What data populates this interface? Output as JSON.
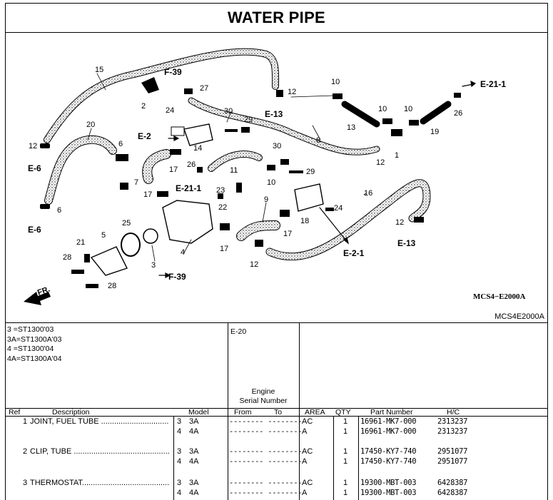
{
  "title": "WATER PIPE",
  "diagram": {
    "code_small": "MCS4-E2000A",
    "code": "MCS4E2000A",
    "fr_label": "FR.",
    "ref_labels": [
      "F-39",
      "E-2",
      "E-6",
      "E-6",
      "E-13",
      "E-21-1",
      "E-21-1",
      "E-13",
      "E-2-1",
      "F-39"
    ],
    "part_numbers": [
      "1",
      "2",
      "3",
      "4",
      "5",
      "6",
      "6",
      "7",
      "8",
      "9",
      "10",
      "10",
      "10",
      "10",
      "11",
      "12",
      "12",
      "12",
      "12",
      "12",
      "13",
      "14",
      "15",
      "16",
      "17",
      "17",
      "17",
      "17",
      "18",
      "19",
      "20",
      "21",
      "22",
      "23",
      "24",
      "24",
      "25",
      "26",
      "26",
      "27",
      "28",
      "28",
      "29",
      "29",
      "30",
      "30"
    ]
  },
  "notes": [
    "3 =ST1300'03",
    "3A=ST1300A'03",
    "4 =ST1300'04",
    "4A=ST1300A'04"
  ],
  "page_ref": "E-20",
  "engine_header": [
    "Engine",
    "Serial Number"
  ],
  "columns": {
    "ref": "Ref",
    "description": "Description",
    "model": "Model",
    "from": "From",
    "to": "To",
    "area": "AREA",
    "qty": "QTY",
    "part_number": "Part Number",
    "hc": "H/C"
  },
  "rows": [
    {
      "ref": "1",
      "desc": "JOINT, FUEL TUBE ..........................................",
      "m1": "3",
      "m2": "3A",
      "serial": "-------- --------",
      "area": "AC",
      "qty": "1",
      "part": "16961-MK7-000",
      "hc": "2313237"
    },
    {
      "ref": "",
      "desc": "",
      "m1": "4",
      "m2": "4A",
      "serial": "-------- --------",
      "area": "A",
      "qty": "1",
      "part": "16961-MK7-000",
      "hc": "2313237"
    },
    {
      "ref": "2",
      "desc": "CLIP, TUBE .....................................................",
      "m1": "3",
      "m2": "3A",
      "serial": "-------- --------",
      "area": "AC",
      "qty": "1",
      "part": "17450-KY7-740",
      "hc": "2951077"
    },
    {
      "ref": "",
      "desc": "",
      "m1": "4",
      "m2": "4A",
      "serial": "-------- --------",
      "area": "A",
      "qty": "1",
      "part": "17450-KY7-740",
      "hc": "2951077"
    },
    {
      "ref": "3",
      "desc": "THERMOSTAT...................................................",
      "m1": "3",
      "m2": "3A",
      "serial": "-------- --------",
      "area": "AC",
      "qty": "1",
      "part": "19300-MBT-003",
      "hc": "6428387"
    },
    {
      "ref": "",
      "desc": "",
      "m1": "4",
      "m2": "4A",
      "serial": "-------- --------",
      "area": "A",
      "qty": "1",
      "part": "19300-MBT-003",
      "hc": "6428387"
    }
  ]
}
